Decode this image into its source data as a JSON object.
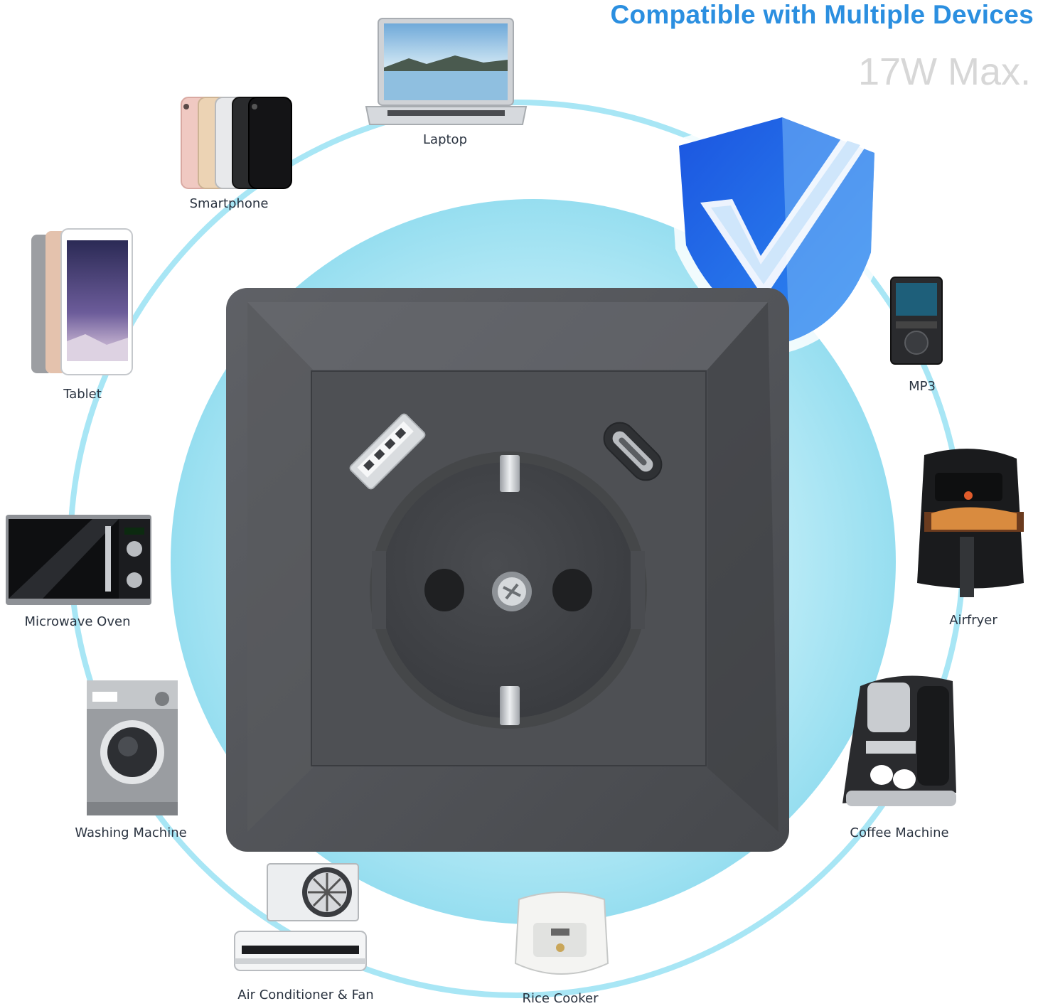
{
  "header": {
    "title": "Compatible with Multiple Devices",
    "subtitle": "17W Max."
  },
  "devices": [
    {
      "id": "laptop",
      "label": "Laptop"
    },
    {
      "id": "smartphone",
      "label": "Smartphone"
    },
    {
      "id": "tablet",
      "label": "Tablet"
    },
    {
      "id": "microwave",
      "label": "Microwave Oven"
    },
    {
      "id": "washing",
      "label": "Washing Machine"
    },
    {
      "id": "aircon",
      "label": "Air Conditioner & Fan"
    },
    {
      "id": "ricecooker",
      "label": "Rice Cooker"
    },
    {
      "id": "coffee",
      "label": "Coffee Machine"
    },
    {
      "id": "airfryer",
      "label": "Airfryer"
    },
    {
      "id": "mp3",
      "label": "MP3"
    }
  ],
  "colors": {
    "accent": "#2b8fe0",
    "ring": "#9fe3f3",
    "glow": "#8fdcf0",
    "socket": "#55575b",
    "shield": "#2268e8"
  },
  "icons": [
    "shield-check-icon",
    "usb-a-port-icon",
    "usb-c-port-icon",
    "schuko-outlet-icon"
  ]
}
